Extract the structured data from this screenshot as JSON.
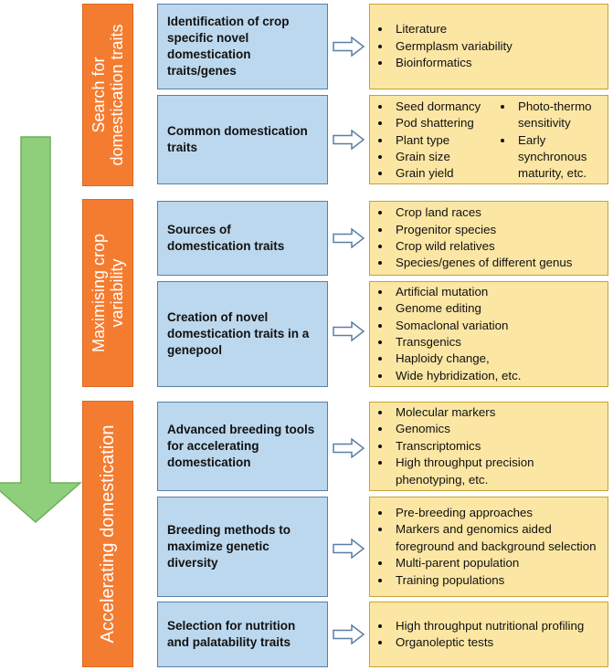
{
  "sections": [
    {
      "lines": [
        "Search for",
        "domestication traits"
      ]
    },
    {
      "lines": [
        "Maximising crop",
        "variability"
      ]
    },
    {
      "lines": [
        "Accelerating domestication"
      ]
    }
  ],
  "rows": [
    {
      "trait": "Identification of crop specific novel domestication traits/genes",
      "details": [
        "Literature",
        "Germplasm variability",
        "Bioinformatics"
      ]
    },
    {
      "trait": "Common domestication traits",
      "details": [
        "Seed dormancy",
        "Pod shattering",
        "Plant type",
        "Grain size",
        "Grain yield"
      ],
      "details2": [
        "Photo-thermo sensitivity",
        "Early synchronous maturity, etc."
      ]
    },
    {
      "trait": "Sources of domestication traits",
      "details": [
        "Crop land races",
        "Progenitor species",
        "Crop wild relatives",
        "Species/genes of different genus"
      ]
    },
    {
      "trait": "Creation of novel domestication traits in a genepool",
      "details": [
        "Artificial mutation",
        "Genome editing",
        "Somaclonal variation",
        "Transgenics",
        "Haploidy change,",
        "Wide hybridization, etc."
      ]
    },
    {
      "trait": "Advanced breeding tools for accelerating domestication",
      "details": [
        "Molecular markers",
        "Genomics",
        "Transcriptomics",
        "High throughput precision phenotyping, etc."
      ]
    },
    {
      "trait": "Breeding methods to maximize genetic diversity",
      "details": [
        "Pre-breeding approaches",
        "Markers and genomics aided foreground and background selection",
        "Multi-parent population",
        "Training populations"
      ]
    },
    {
      "trait": "Selection for nutrition and palatability traits",
      "details": [
        "High throughput nutritional profiling",
        "Organoleptic tests"
      ]
    }
  ],
  "colors": {
    "section": "#f47c30",
    "trait": "#bcd8ee",
    "detail": "#fbe6a4",
    "arrow": "#8fcf7c"
  }
}
